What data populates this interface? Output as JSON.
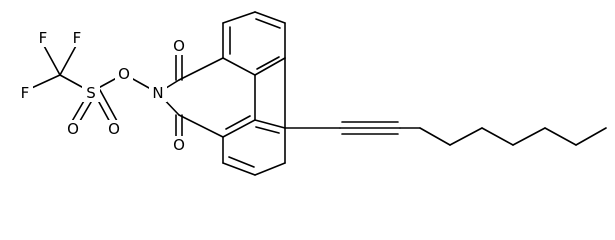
{
  "molecule": {
    "atom_labels": {
      "f_top_left": "F",
      "f_top_right": "F",
      "f_left": "F",
      "sulfur": "S",
      "o_sulfonyl_bottom": "O",
      "o_sulfonyl_right": "O",
      "o_ester": "O",
      "nitrogen": "N",
      "o_carbonyl_top": "O",
      "o_carbonyl_bottom": "O"
    }
  }
}
